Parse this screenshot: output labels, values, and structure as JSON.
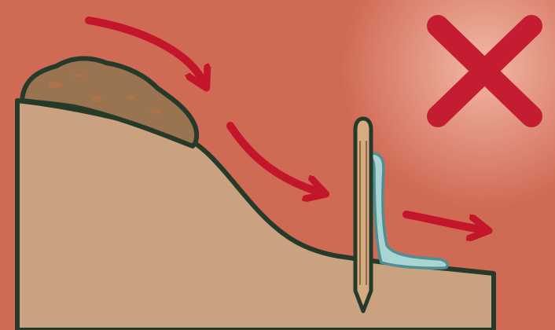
{
  "diagram": {
    "colors": {
      "background": "#cf6a55",
      "background_glow": "#f3b8a4",
      "ground": "#caa27f",
      "mound": "#9a7350",
      "mound_spots": "#b07248",
      "outline": "#263a2a",
      "arrow": "#c3162a",
      "stake": "#d6ab80",
      "stake_lines": "#8a6a4c",
      "water": "#a9d4d1",
      "water_outline": "#4f8f93",
      "cross": "#c41d31"
    },
    "elements": {
      "soil_mound": "soil-mound",
      "slope": "sloped-ground",
      "stake": "wooden-stake",
      "seepage": "water-seepage",
      "arrows": [
        "flow-arrow-1",
        "flow-arrow-2",
        "flow-arrow-3"
      ],
      "status_icon": "cross-mark-icon"
    }
  }
}
